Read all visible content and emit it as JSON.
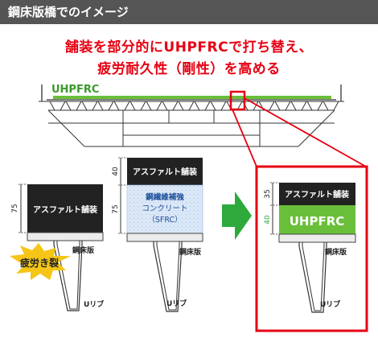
{
  "header": {
    "title": "鋼床版橋でのイメージ"
  },
  "headline": {
    "line1": "舗装を部分的にUHPFRCで打ち替え、",
    "line2": "疲労耐久性（剛性）を高める"
  },
  "bridge": {
    "label": "UHPFRC"
  },
  "sections": [
    {
      "asphalt_label": "アスファルト舗装",
      "dim_label": "75",
      "deck_label": "鋼床版",
      "rib_label": "Uリブ",
      "burst_label": "疲労き裂"
    },
    {
      "asphalt_label": "アスファルト舗装",
      "dim_top_label": "40",
      "dim_bottom_label": "75",
      "sfrc_lines": [
        "鋼繊維補強",
        "コンクリート",
        "（SFRC）"
      ],
      "deck_label": "鋼床版",
      "rib_label": "Uリブ"
    },
    {
      "asphalt_label": "アスファルト舗装",
      "uhpfrc_label": "UHPFRC",
      "dim_top_label": "35",
      "dim_bottom_label": "40",
      "deck_label": "鋼床版",
      "rib_label": "Uリブ"
    }
  ],
  "colors": {
    "header_bg": "#555555",
    "accent_red": "#e60012",
    "uhpfrc_green": "#6abf3a",
    "asphalt_dark": "#222222",
    "sfrc_blue": "#dce8f7",
    "arrow_green": "#2eaa3c",
    "burst_yellow": "#f5c518"
  }
}
